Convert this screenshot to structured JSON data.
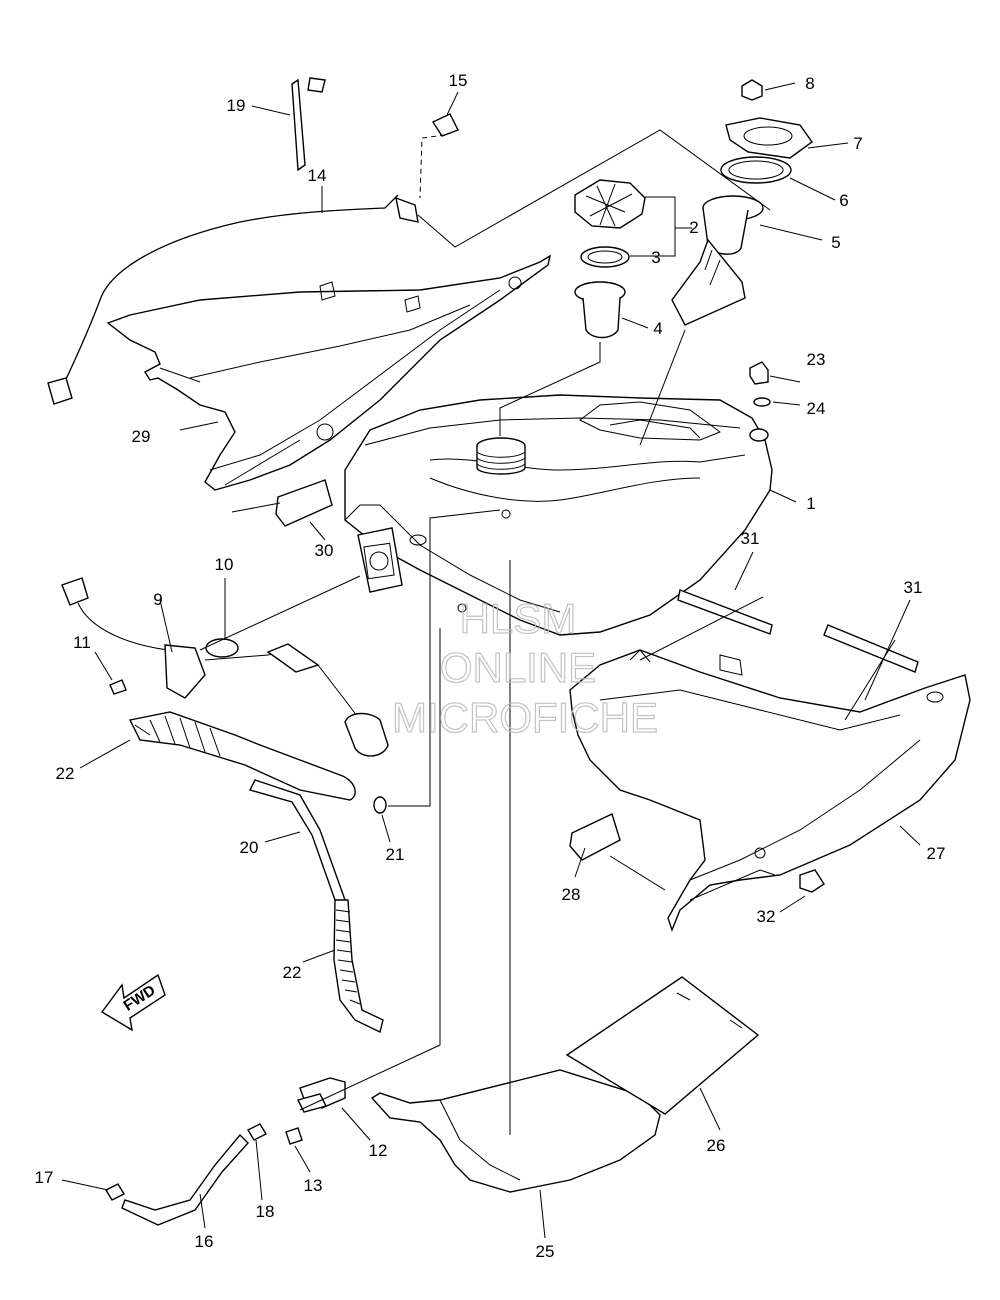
{
  "labels": {
    "p1": "1",
    "p2": "2",
    "p3": "3",
    "p4": "4",
    "p5": "5",
    "p6": "6",
    "p7": "7",
    "p8": "8",
    "p9": "9",
    "p10": "10",
    "p11": "11",
    "p12": "12",
    "p13": "13",
    "p14": "14",
    "p15": "15",
    "p16": "16",
    "p17": "17",
    "p18": "18",
    "p19": "19",
    "p20": "20",
    "p21": "21",
    "p22a": "22",
    "p22b": "22",
    "p23": "23",
    "p24": "24",
    "p25": "25",
    "p26": "26",
    "p27": "27",
    "p28": "28",
    "p29": "29",
    "p30": "30",
    "p31a": "31",
    "p31b": "31",
    "p32": "32"
  },
  "fwd": "FWD",
  "watermark": {
    "line1": "HLSM",
    "line2": "ONLINE",
    "line3": "MICROFICHE"
  }
}
